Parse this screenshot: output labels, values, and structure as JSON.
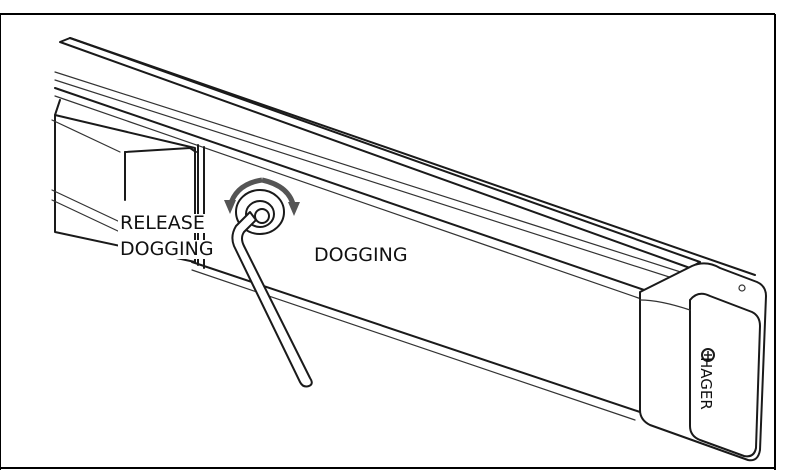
{
  "labels": {
    "release_line1": "RELEASE",
    "release_line2": "DOGGING",
    "dogging": "DOGGING",
    "brand": "HAGER"
  },
  "icons": {
    "release_arrow": "counterclockwise-arrow-icon",
    "dogging_arrow": "clockwise-arrow-icon",
    "key": "hex-key-icon",
    "screw": "screw-icon"
  },
  "colors": {
    "line": "#1a1a1a",
    "background": "#ffffff",
    "arrow": "#555555"
  }
}
